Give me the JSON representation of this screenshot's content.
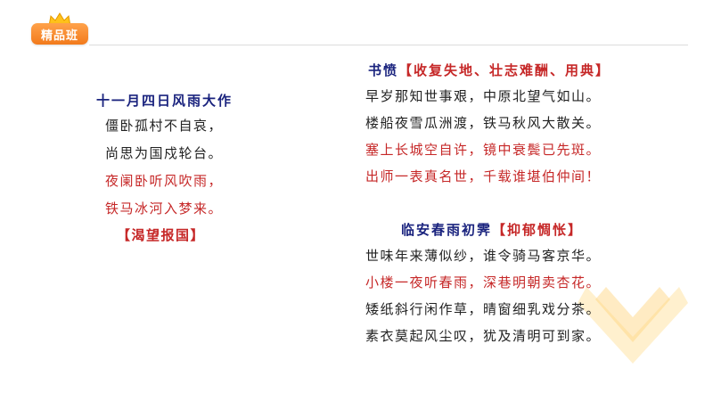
{
  "header": {
    "badge_label": "精品班",
    "colors": {
      "badge": "#f27a1c",
      "crown": "#ffc21a",
      "watermark": "#ffd27a"
    }
  },
  "poem1": {
    "title": "十一月四日风雨大作",
    "lines": [
      {
        "text": "僵卧孤村不自哀，",
        "color": "black"
      },
      {
        "text": "尚思为国戍轮台。",
        "color": "black"
      },
      {
        "text": "夜阑卧听风吹雨，",
        "color": "red"
      },
      {
        "text": "铁马冰河入梦来。",
        "color": "red"
      }
    ],
    "theme": "【渴望报国】"
  },
  "poem2": {
    "title": "书愤",
    "tag": "【收复失地、壮志难酬、用典】",
    "lines": [
      {
        "text": "早岁那知世事艰，中原北望气如山。",
        "color": "black"
      },
      {
        "text": "楼船夜雪瓜洲渡，铁马秋风大散关。",
        "color": "black"
      },
      {
        "text": "塞上长城空自许，镜中衰鬓已先斑。",
        "color": "red"
      },
      {
        "text": "出师一表真名世，千载谁堪伯仲间！",
        "color": "red"
      }
    ]
  },
  "poem3": {
    "title": "临安春雨初霁",
    "tag": "【抑郁惆怅】",
    "lines": [
      {
        "text": "世味年来薄似纱，谁令骑马客京华。",
        "color": "black"
      },
      {
        "text": "小楼一夜听春雨，深巷明朝卖杏花。",
        "color": "red"
      },
      {
        "text": "矮纸斜行闲作草，晴窗细乳戏分茶。",
        "color": "black"
      },
      {
        "text": "素衣莫起风尘叹，犹及清明可到家。",
        "color": "black"
      }
    ]
  }
}
